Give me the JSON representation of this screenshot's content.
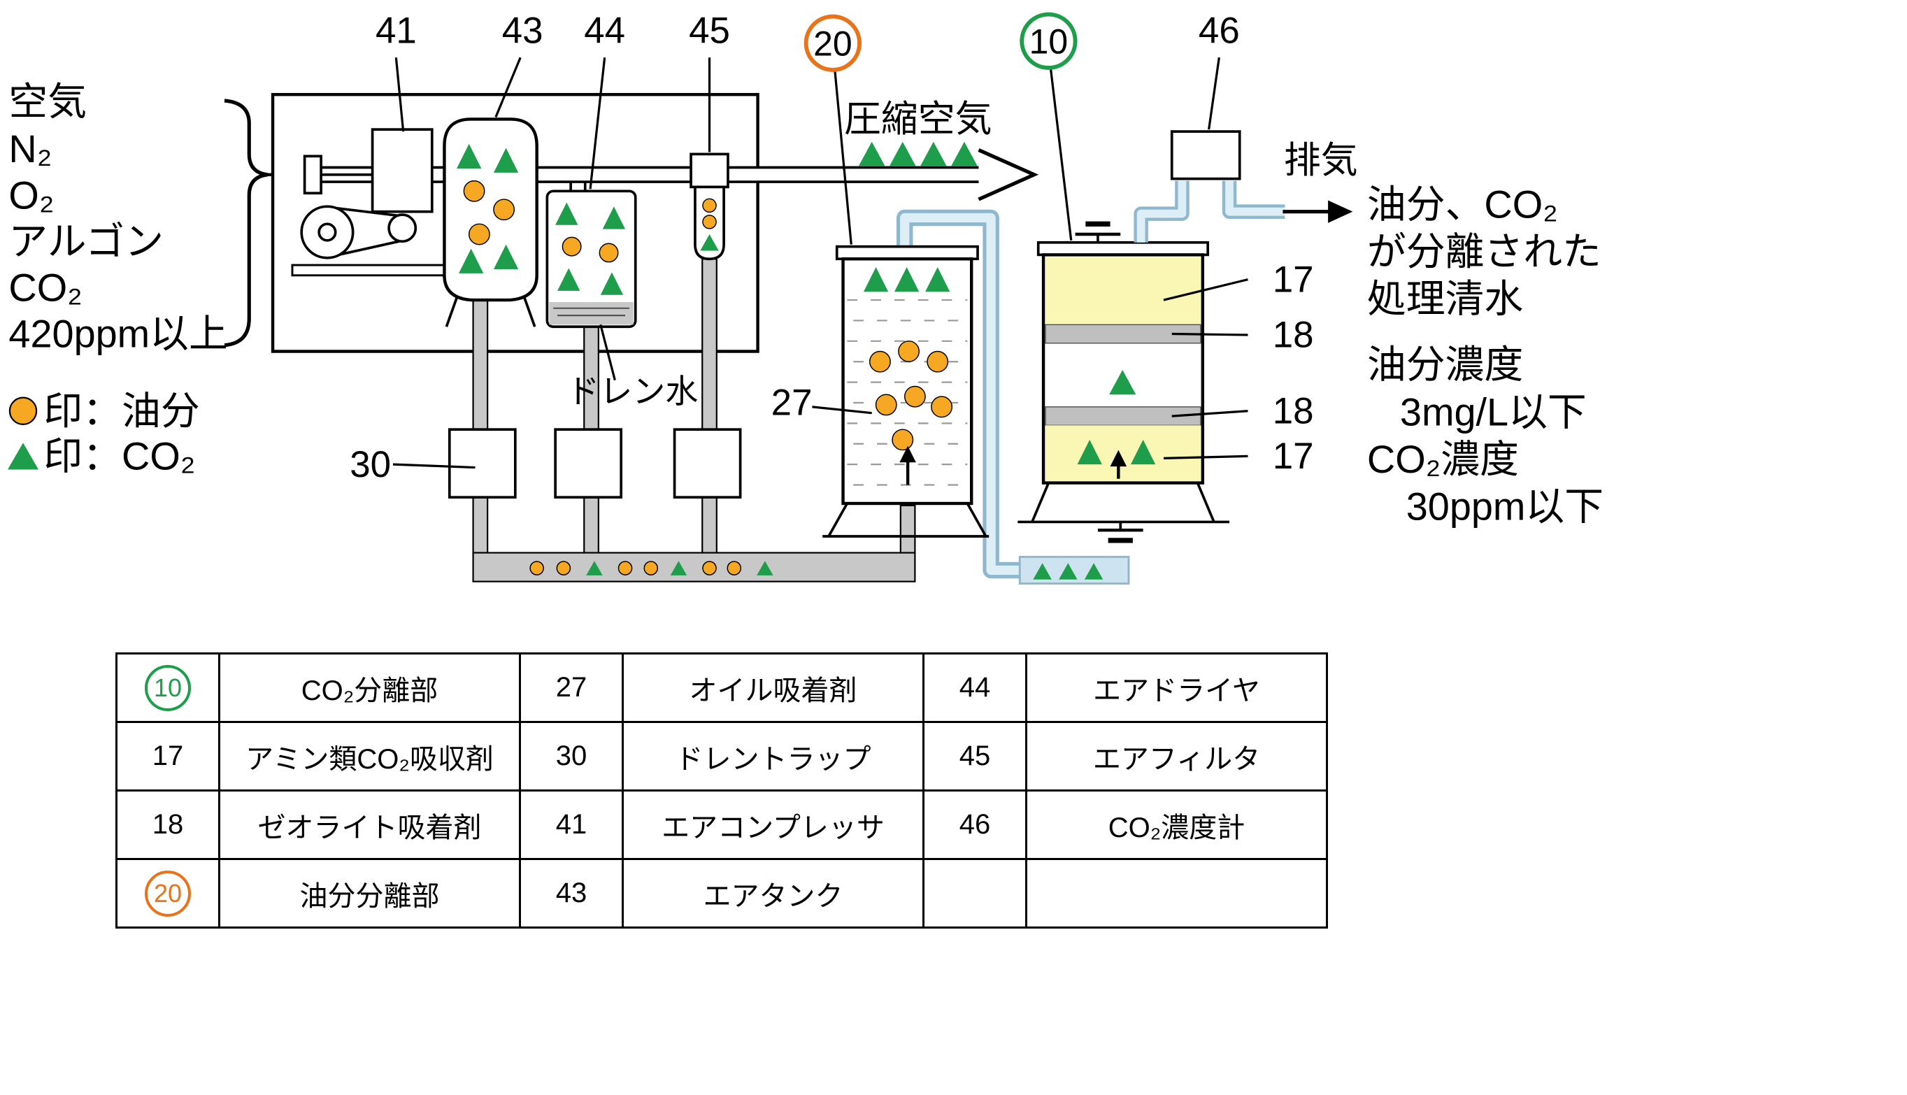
{
  "colors": {
    "oil": "#F7A823",
    "co2_green": "#1E9E4B",
    "alert_red": "#E60012",
    "circle20_orange": "#E8731A",
    "circle10_green": "#1E9E4B",
    "absorbent_yellow": "#FAF6B4",
    "pipe_gray": "#C8C8C8",
    "pipe_blue": "#8FB8CE"
  },
  "callouts": {
    "c10": "10",
    "c17": "17",
    "c18": "18",
    "c20": "20",
    "c27": "27",
    "c30": "30",
    "c41": "41",
    "c43": "43",
    "c44": "44",
    "c45": "45",
    "c46": "46"
  },
  "inlet": {
    "l1": "空気",
    "l2": "N₂",
    "l3": "O₂",
    "l4": "アルゴン",
    "l5": "CO₂",
    "l6": "420ppm以上"
  },
  "legend": {
    "oil": "印：油分",
    "co2": "印：CO₂"
  },
  "flow": {
    "compressed_air": "圧縮空気",
    "exhaust": "排気",
    "drain_water": "ドレン水"
  },
  "outlet": {
    "l1": "油分、CO₂",
    "l2": "が分離された",
    "l3": "処理清水",
    "l4": "油分濃度",
    "l5": "3mg/L以下",
    "l6": "CO₂濃度",
    "l7": "30ppm以下"
  },
  "table": {
    "rows": [
      [
        {
          "num": "10",
          "desc": "CO₂分離部"
        },
        {
          "num": "27",
          "desc": "オイル吸着剤"
        },
        {
          "num": "44",
          "desc": "エアドライヤ"
        }
      ],
      [
        {
          "num": "17",
          "desc": "アミン類CO₂吸収剤"
        },
        {
          "num": "30",
          "desc": "ドレントラップ"
        },
        {
          "num": "45",
          "desc": "エアフィルタ"
        }
      ],
      [
        {
          "num": "18",
          "desc": "ゼオライト吸着剤"
        },
        {
          "num": "41",
          "desc": "エアコンプレッサ"
        },
        {
          "num": "46",
          "desc": "CO₂濃度計"
        }
      ],
      [
        {
          "num": "20",
          "desc": "油分分離部"
        },
        {
          "num": "43",
          "desc": "エアタンク"
        },
        {
          "num": "",
          "desc": ""
        }
      ]
    ]
  }
}
